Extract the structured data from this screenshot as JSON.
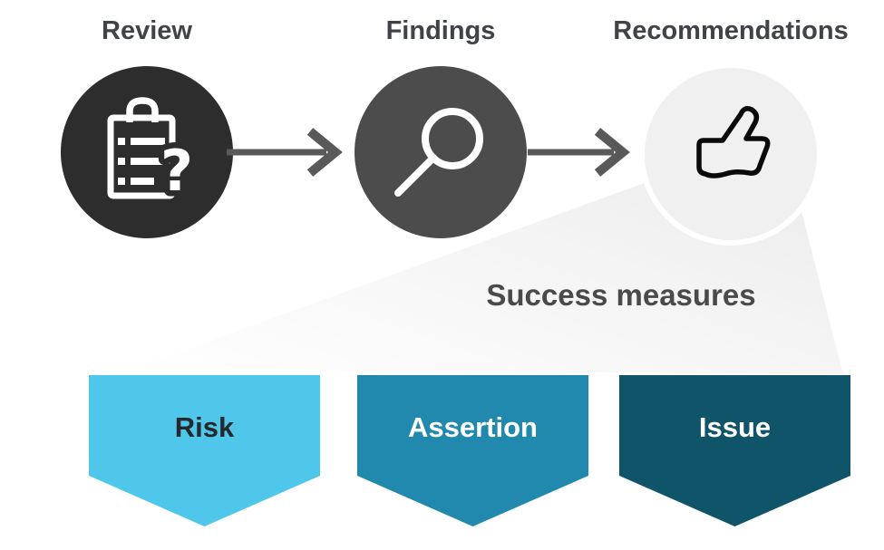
{
  "diagram": {
    "steps": [
      {
        "label": "Review",
        "icon": "clipboard-question-icon",
        "circle_color": "#2D2D2D",
        "icon_color": "#FFFFFF"
      },
      {
        "label": "Findings",
        "icon": "search-icon",
        "circle_color": "#4C4C4C",
        "icon_color": "#FFFFFF"
      },
      {
        "label": "Recommendations",
        "icon": "thumbs-up-icon",
        "circle_color": "#F0F0F0",
        "icon_color": "#0A0A0A"
      }
    ],
    "step_label_color": "#404347",
    "arrow_color": "#595959",
    "funnel": {
      "label": "Success measures",
      "label_color": "#4A4A4A"
    },
    "measures": [
      {
        "label": "Risk",
        "fill": "#4EC7EA",
        "text_color": "#25282C"
      },
      {
        "label": "Assertion",
        "fill": "#2189AE",
        "text_color": "#FFFFFF"
      },
      {
        "label": "Issue",
        "fill": "#0F5468",
        "text_color": "#FFFFFF"
      }
    ]
  }
}
